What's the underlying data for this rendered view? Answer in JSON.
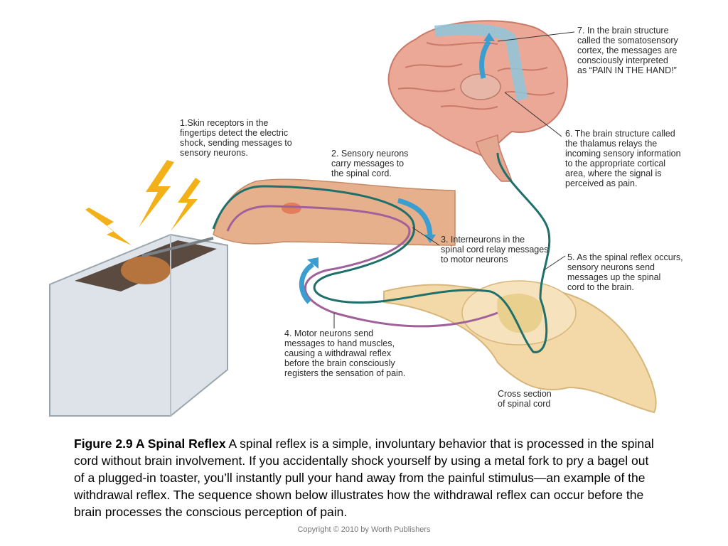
{
  "diagram": {
    "steps": [
      {
        "id": "skin-receptors",
        "text": "1.Skin receptors in the\nfingertips detect the electric\nshock, sending messages to\nsensory neurons."
      },
      {
        "id": "sensory-neurons",
        "text": "2. Sensory neurons\ncarry messages to\nthe spinal cord."
      },
      {
        "id": "interneurons",
        "text": "3. Interneurons in the\nspinal cord relay messages\nto motor neurons"
      },
      {
        "id": "motor-neurons",
        "text": "4. Motor neurons send\nmessages to hand muscles,\ncausing a withdrawal reflex\nbefore the brain consciously\nregisters the sensation of pain."
      },
      {
        "id": "spinal-reflex",
        "text": "5. As the spinal reflex occurs,\nsensory neurons send\nmessages up the spinal\ncord to the brain."
      },
      {
        "id": "thalamus",
        "text": "6. The brain structure called\nthe thalamus relays the\nincoming sensory information\nto the appropriate cortical\narea, where the signal is\nperceived as pain."
      },
      {
        "id": "somatosensory",
        "text": "7. In the brain structure\ncalled the somatosensory\ncortex, the messages are\nconsciously interpreted\nas “PAIN IN THE HAND!”"
      }
    ],
    "cross_section_label": "Cross section\nof spinal cord",
    "colors": {
      "sensory_path": "#1f6f6a",
      "motor_path": "#a0609a",
      "arrow": "#3a9ed0",
      "brain": "#e9a08e",
      "spinal_cord": "#f3d9a8",
      "skin": "#e6b08c",
      "spark": "#f2b118"
    }
  },
  "caption": {
    "title": "Figure 2.9 A Spinal Reflex",
    "body": " A spinal reflex is a simple, involuntary behavior that is processed in the spinal cord without brain involvement. If you accidentally shock yourself by using a metal fork to pry a bagel out of a plugged-in toaster, you’ll instantly pull your hand away from the painful stimulus—an example of the withdrawal reflex. The sequence shown below illustrates how the withdrawal reflex can occur before the brain processes the conscious perception of pain."
  },
  "copyright": "Copyright © 2010 by Worth Publishers"
}
